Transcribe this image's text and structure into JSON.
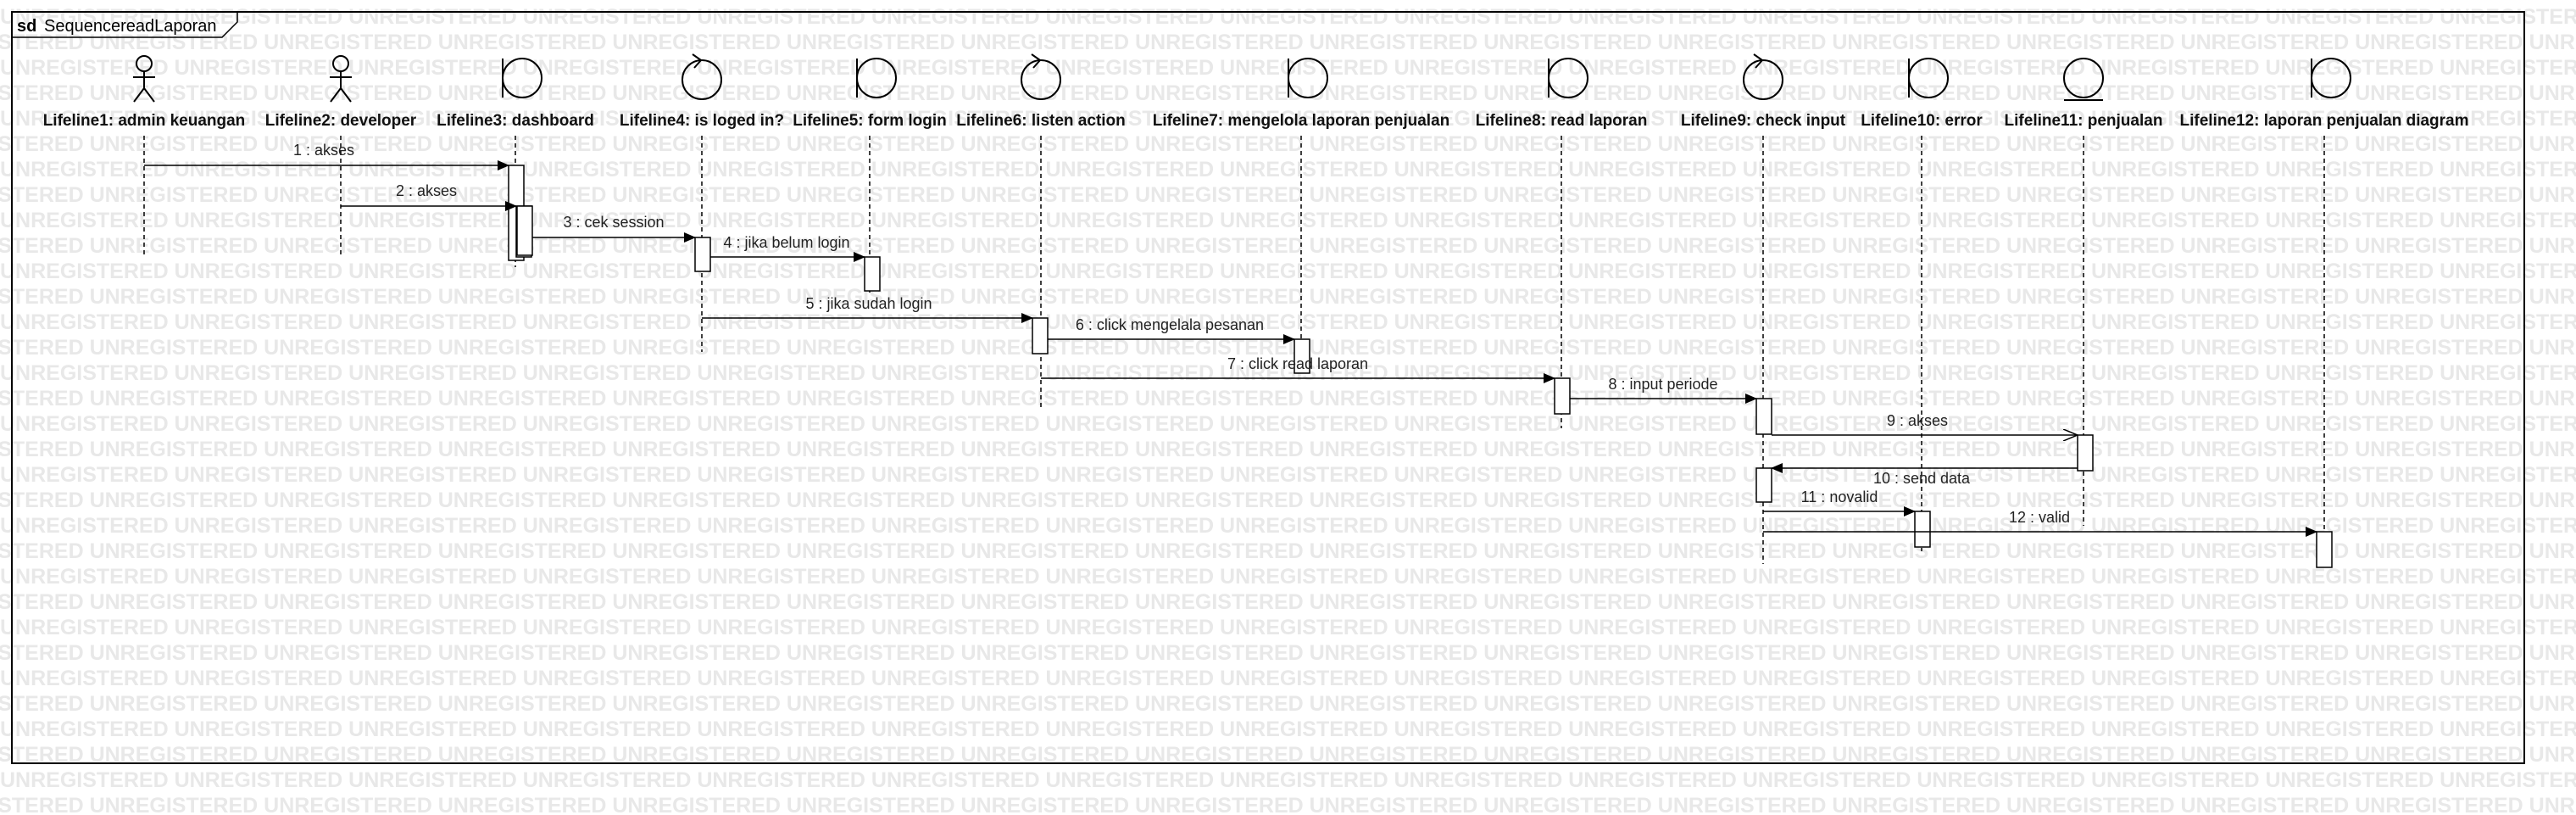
{
  "diagram": {
    "frame_keyword": "sd",
    "frame_name": "SequencereadLaporan",
    "watermark": "UNREGISTERED",
    "lifelines": [
      {
        "id": 1,
        "label": "Lifeline1: admin keuangan",
        "kind": "actor"
      },
      {
        "id": 2,
        "label": "Lifeline2: developer",
        "kind": "actor"
      },
      {
        "id": 3,
        "label": "Lifeline3: dashboard",
        "kind": "boundary"
      },
      {
        "id": 4,
        "label": "Lifeline4: is loged in?",
        "kind": "control"
      },
      {
        "id": 5,
        "label": "Lifeline5: form login",
        "kind": "boundary"
      },
      {
        "id": 6,
        "label": "Lifeline6: listen action",
        "kind": "control"
      },
      {
        "id": 7,
        "label": "Lifeline7: mengelola laporan penjualan",
        "kind": "boundary"
      },
      {
        "id": 8,
        "label": "Lifeline8: read laporan",
        "kind": "boundary"
      },
      {
        "id": 9,
        "label": "Lifeline9: check input",
        "kind": "control"
      },
      {
        "id": 10,
        "label": "Lifeline10: error",
        "kind": "boundary"
      },
      {
        "id": 11,
        "label": "Lifeline11: penjualan",
        "kind": "entity"
      },
      {
        "id": 12,
        "label": "Lifeline12: laporan penjualan diagram",
        "kind": "boundary"
      }
    ],
    "messages": [
      {
        "from": 1,
        "to": 3,
        "label": "1 : akses",
        "type": "sync"
      },
      {
        "from": 2,
        "to": 3,
        "label": "2 : akses",
        "type": "sync"
      },
      {
        "from": 3,
        "to": 4,
        "label": "3 : cek session",
        "type": "sync"
      },
      {
        "from": 4,
        "to": 5,
        "label": "4 : jika belum login",
        "type": "sync"
      },
      {
        "from": 4,
        "to": 6,
        "label": "5 : jika sudah login",
        "type": "sync"
      },
      {
        "from": 6,
        "to": 7,
        "label": "6 : click mengelala pesanan",
        "type": "sync"
      },
      {
        "from": 6,
        "to": 8,
        "label": "7 : click read laporan",
        "type": "sync"
      },
      {
        "from": 8,
        "to": 9,
        "label": "8 : input periode",
        "type": "sync"
      },
      {
        "from": 9,
        "to": 11,
        "label": "9 : akses",
        "type": "async"
      },
      {
        "from": 11,
        "to": 9,
        "label": "10 : send data",
        "type": "sync"
      },
      {
        "from": 9,
        "to": 10,
        "label": "11 : novalid",
        "type": "sync"
      },
      {
        "from": 9,
        "to": 12,
        "label": "12 : valid",
        "type": "sync"
      }
    ]
  }
}
